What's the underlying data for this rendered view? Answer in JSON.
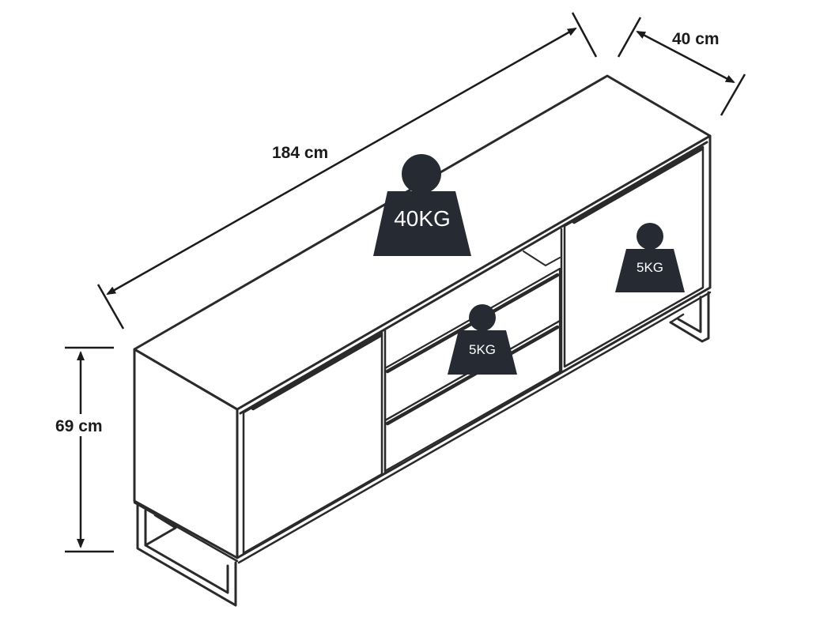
{
  "dimensions": {
    "width": "184 cm",
    "depth": "40 cm",
    "height": "69 cm"
  },
  "weights": {
    "top": "40KG",
    "shelf": "5KG",
    "cabinet": "5KG"
  },
  "colors": {
    "outline": "#2a2a2a",
    "weight_fill": "#262a33",
    "weight_text": "#ffffff"
  }
}
